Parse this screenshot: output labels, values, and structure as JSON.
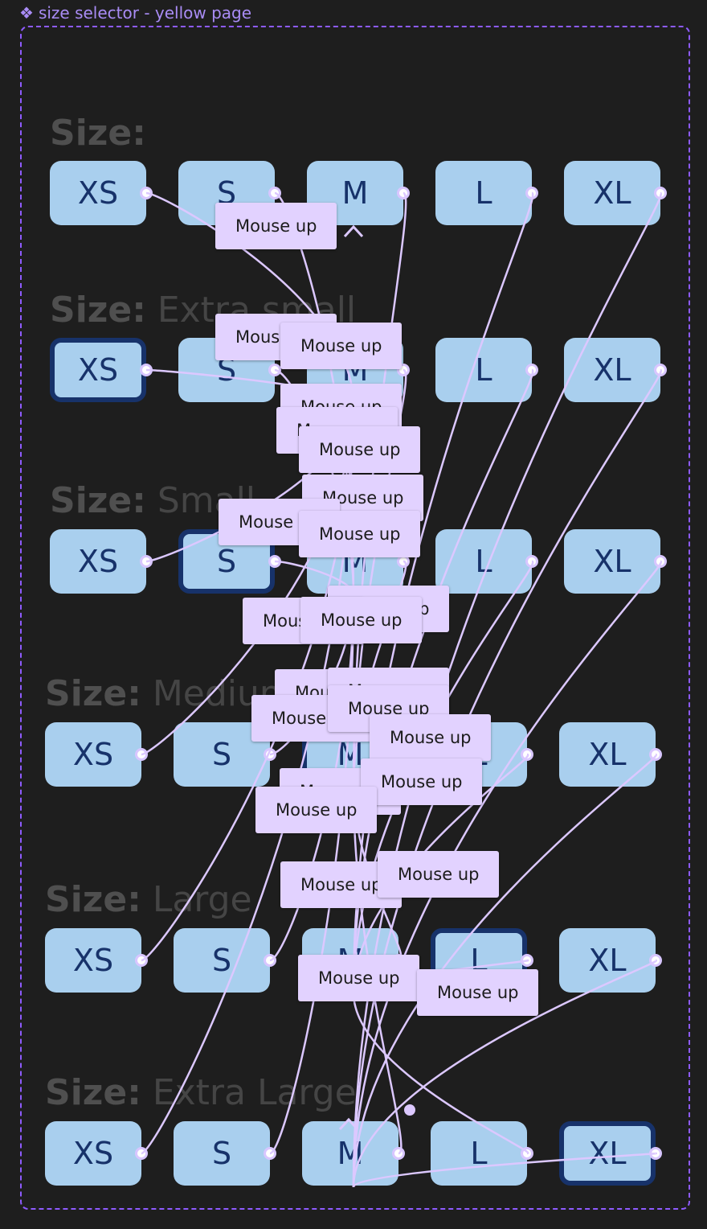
{
  "frame": {
    "title": "size selector - yellow page",
    "icon": "component-icon"
  },
  "sizes": [
    "XS",
    "S",
    "M",
    "L",
    "XL"
  ],
  "size_label": "Size:",
  "rows": [
    {
      "value": "",
      "selected": -1
    },
    {
      "value": "Extra small",
      "selected": 0
    },
    {
      "value": "Small",
      "selected": 1
    },
    {
      "value": "Medium",
      "selected": 2
    },
    {
      "value": "Large",
      "selected": 3
    },
    {
      "value": "Extra Large",
      "selected": 4
    }
  ],
  "trigger_label": "Mouse up",
  "colors": {
    "background": "#1e1e1e",
    "frame_border": "#8e5bff",
    "chip_fill": "#a9cfee",
    "chip_text": "#17326a",
    "wire": "#dcc8ff",
    "trigger_tag": "#e2d2ff"
  }
}
